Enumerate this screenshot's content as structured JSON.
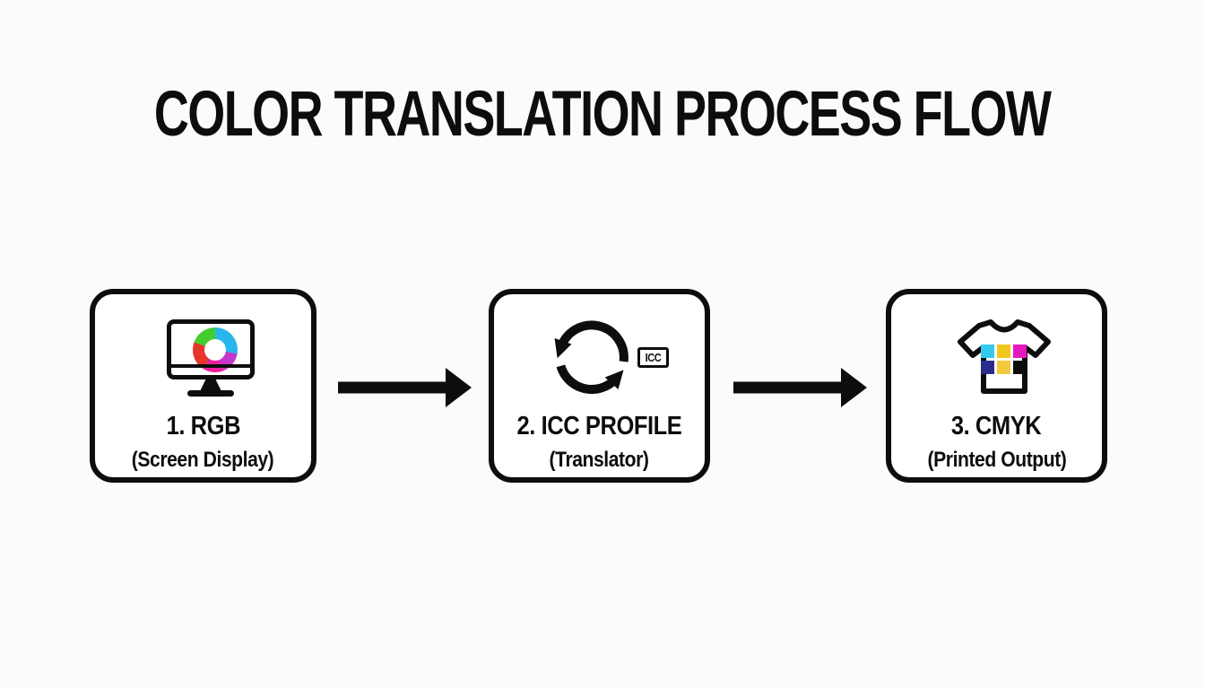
{
  "title": "COLOR TRANSLATION PROCESS FLOW",
  "steps": [
    {
      "label": "1. RGB",
      "sublabel": "(Screen Display)",
      "icon": "monitor-with-color-wheel"
    },
    {
      "label": "2. ICC PROFILE",
      "sublabel": "(Translator)",
      "icon": "sync-arrows",
      "badge": "ICC"
    },
    {
      "label": "3. CMYK",
      "sublabel": "(Printed Output)",
      "icon": "tshirt-with-color-swatches"
    }
  ],
  "colors": {
    "ink": "#0d0d0d",
    "background": "#fbfbfa",
    "box_fill": "#ffffff",
    "wheel_segments": [
      {
        "color": "#29b6ea",
        "from": 0,
        "to": 100
      },
      {
        "color": "#c438cc",
        "from": 100,
        "to": 158
      },
      {
        "color": "#ec1f9e",
        "from": 158,
        "to": 213
      },
      {
        "color": "#e6352b",
        "from": 213,
        "to": 290
      },
      {
        "color": "#45cc31",
        "from": 290,
        "to": 360
      }
    ],
    "cmyk_swatches": [
      "#35c8ee",
      "#f2c71d",
      "#e418c0",
      "#2a2c8c",
      "#f2c93d",
      "#0c0c0c"
    ]
  }
}
